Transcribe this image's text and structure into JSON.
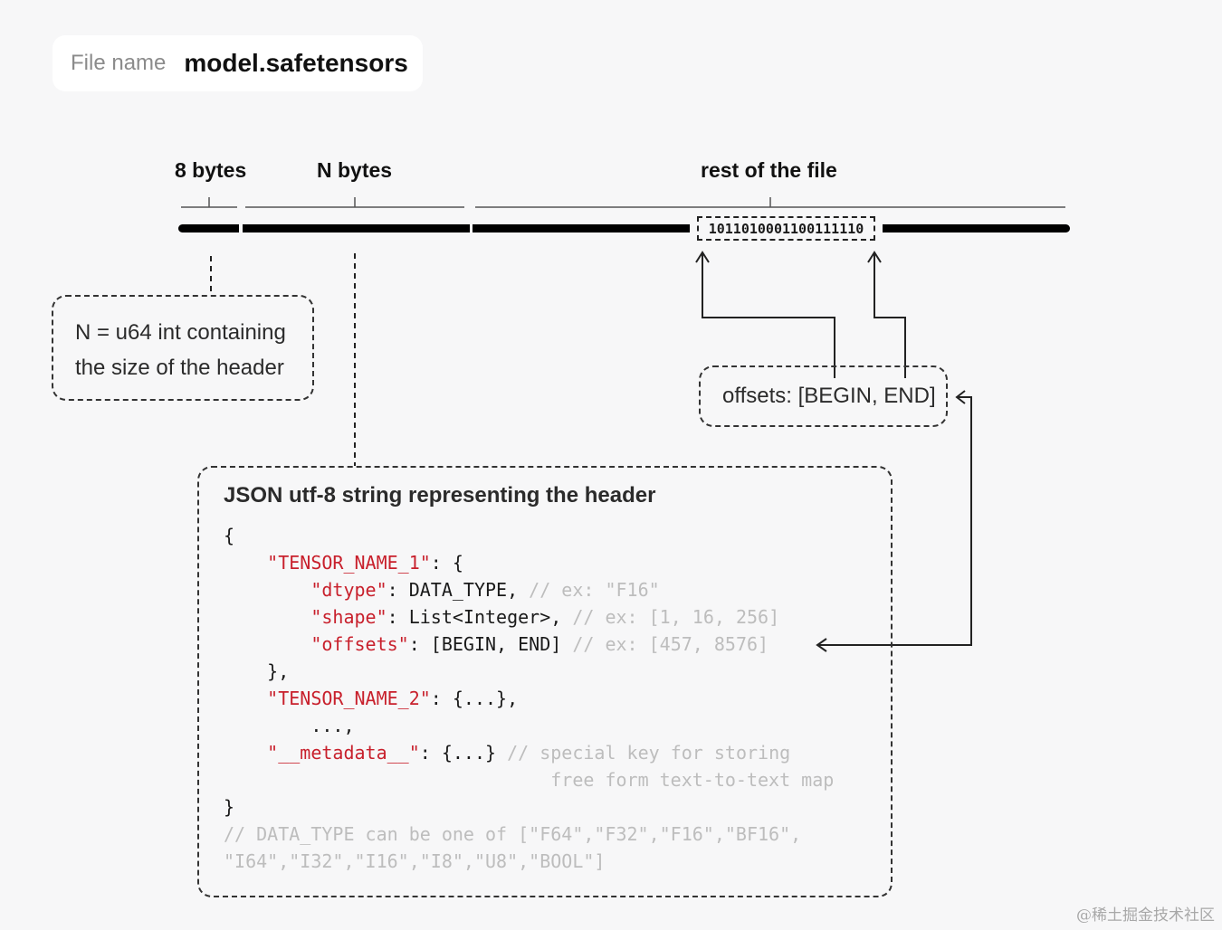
{
  "file": {
    "label": "File name",
    "value": "model.safetensors"
  },
  "segments": [
    {
      "label": "8 bytes"
    },
    {
      "label": "N bytes"
    },
    {
      "label": "rest of the file"
    }
  ],
  "binary_sample": "1011010001100111110",
  "notes": {
    "n_line1": "N = u64 int containing",
    "n_line2": "the size of the header",
    "offsets": "offsets: [BEGIN, END]"
  },
  "header_box": {
    "title": "JSON utf-8 string representing the header",
    "lines": [
      {
        "parts": [
          {
            "t": "{",
            "s": "p"
          }
        ]
      },
      {
        "parts": [
          {
            "t": "    ",
            "s": "p"
          },
          {
            "t": "\"TENSOR_NAME_1\"",
            "s": "k"
          },
          {
            "t": ": {",
            "s": "p"
          }
        ]
      },
      {
        "parts": [
          {
            "t": "        ",
            "s": "p"
          },
          {
            "t": "\"dtype\"",
            "s": "k"
          },
          {
            "t": ": DATA_TYPE, ",
            "s": "p"
          },
          {
            "t": "// ex: \"F16\"",
            "s": "c"
          }
        ]
      },
      {
        "parts": [
          {
            "t": "        ",
            "s": "p"
          },
          {
            "t": "\"shape\"",
            "s": "k"
          },
          {
            "t": ": List<Integer>, ",
            "s": "p"
          },
          {
            "t": "// ex: [1, 16, 256]",
            "s": "c"
          }
        ]
      },
      {
        "parts": [
          {
            "t": "        ",
            "s": "p"
          },
          {
            "t": "\"offsets\"",
            "s": "k"
          },
          {
            "t": ": [BEGIN, END] ",
            "s": "p"
          },
          {
            "t": "// ex: [457, 8576]",
            "s": "c"
          }
        ]
      },
      {
        "parts": [
          {
            "t": "    },",
            "s": "p"
          }
        ]
      },
      {
        "parts": [
          {
            "t": "    ",
            "s": "p"
          },
          {
            "t": "\"TENSOR_NAME_2\"",
            "s": "k"
          },
          {
            "t": ": {...},",
            "s": "p"
          }
        ]
      },
      {
        "parts": [
          {
            "t": "        ...,",
            "s": "p"
          }
        ]
      },
      {
        "parts": [
          {
            "t": "    ",
            "s": "p"
          },
          {
            "t": "\"__metadata__\"",
            "s": "k"
          },
          {
            "t": ": {...} ",
            "s": "p"
          },
          {
            "t": "// special key for storing",
            "s": "c"
          }
        ]
      },
      {
        "parts": [
          {
            "t": "                              ",
            "s": "p"
          },
          {
            "t": "free form text-to-text map",
            "s": "c"
          }
        ]
      },
      {
        "parts": [
          {
            "t": "}",
            "s": "p"
          }
        ]
      },
      {
        "parts": [
          {
            "t": "// DATA_TYPE can be one of [\"F64\",\"F32\",\"F16\",\"BF16\",",
            "s": "c"
          }
        ]
      },
      {
        "parts": [
          {
            "t": "\"I64\",\"I32\",\"I16\",\"I8\",\"U8\",\"BOOL\"]",
            "s": "c"
          }
        ]
      }
    ]
  },
  "watermark": "@稀土掘金技术社区",
  "colors": {
    "key": "#c8202c",
    "comment": "#bdbdbd",
    "bar": "#000000"
  }
}
